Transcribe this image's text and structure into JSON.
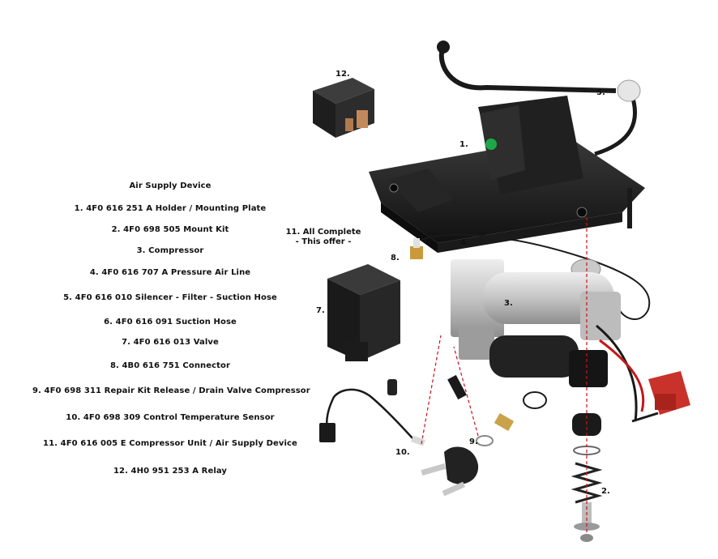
{
  "legend": {
    "title": "Air Supply Device",
    "items": [
      "1. 4F0 616 251 A  Holder / Mounting Plate",
      "2. 4F0 698 505  Mount Kit",
      "3. Compressor",
      "4. 4F0 616 707 A  Pressure Air Line",
      "5. 4F0 616 010 Silencer - Filter - Suction Hose",
      "6. 4F0 616 091  Suction Hose",
      "7. 4F0 616 013  Valve",
      "8. 4B0 616 751 Connector",
      "9. 4F0 698 311 Repair Kit Release / Drain Valve Compressor",
      "10. 4F0 698 309 Control Temperature Sensor",
      "11. 4F0 616 005 E  Compressor Unit / Air Supply Device",
      "12. 4H0 951 253 A Relay"
    ]
  },
  "offer_note": {
    "line1": "11. All Complete",
    "line2": "- This offer -"
  },
  "callouts": {
    "c1": "1.",
    "c2": "2.",
    "c3": "3.",
    "c4": "4.",
    "c5": "5.",
    "c7": "7.",
    "c8": "8.",
    "c9": "9.",
    "c10": "10.",
    "c12": "12."
  },
  "colors": {
    "guide_line": "#d0101a",
    "part_dark": "#1c1c1c",
    "compressor_silver": "#c9c9c9",
    "indicator_green": "#1fa84a",
    "connector_red": "#c8322a"
  }
}
